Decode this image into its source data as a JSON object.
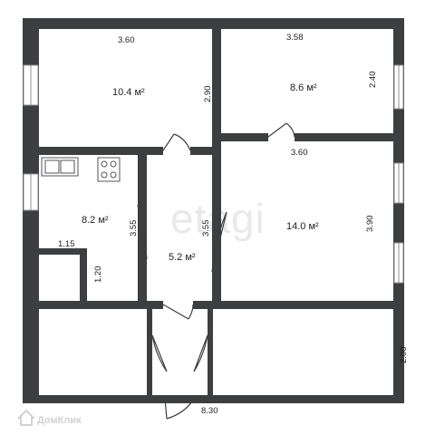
{
  "watermark": "etagi",
  "logo": "ДомКлик",
  "rooms": {
    "top_left": {
      "area": "10.4 м²"
    },
    "top_right": {
      "area": "8.6 м²"
    },
    "kitchen": {
      "area": "8.2 м²"
    },
    "hall": {
      "area": "5.2 м²"
    },
    "middle_right": {
      "area": "14.0 м²"
    }
  },
  "dimensions": {
    "top_left_width": "3.60",
    "top_left_height": "2.90",
    "top_right_width": "3.58",
    "top_right_height": "2.40",
    "middle_right_width": "3.60",
    "middle_right_height": "3.90",
    "kitchen_height": "3.55",
    "hall_height": "3.55",
    "closet_width": "1.15",
    "closet_height": "1.20",
    "bottom_height": "2.00",
    "total_width": "8.30"
  },
  "colors": {
    "wall": "#3d3e3f",
    "window": "#8f9193",
    "background": "#ffffff"
  }
}
